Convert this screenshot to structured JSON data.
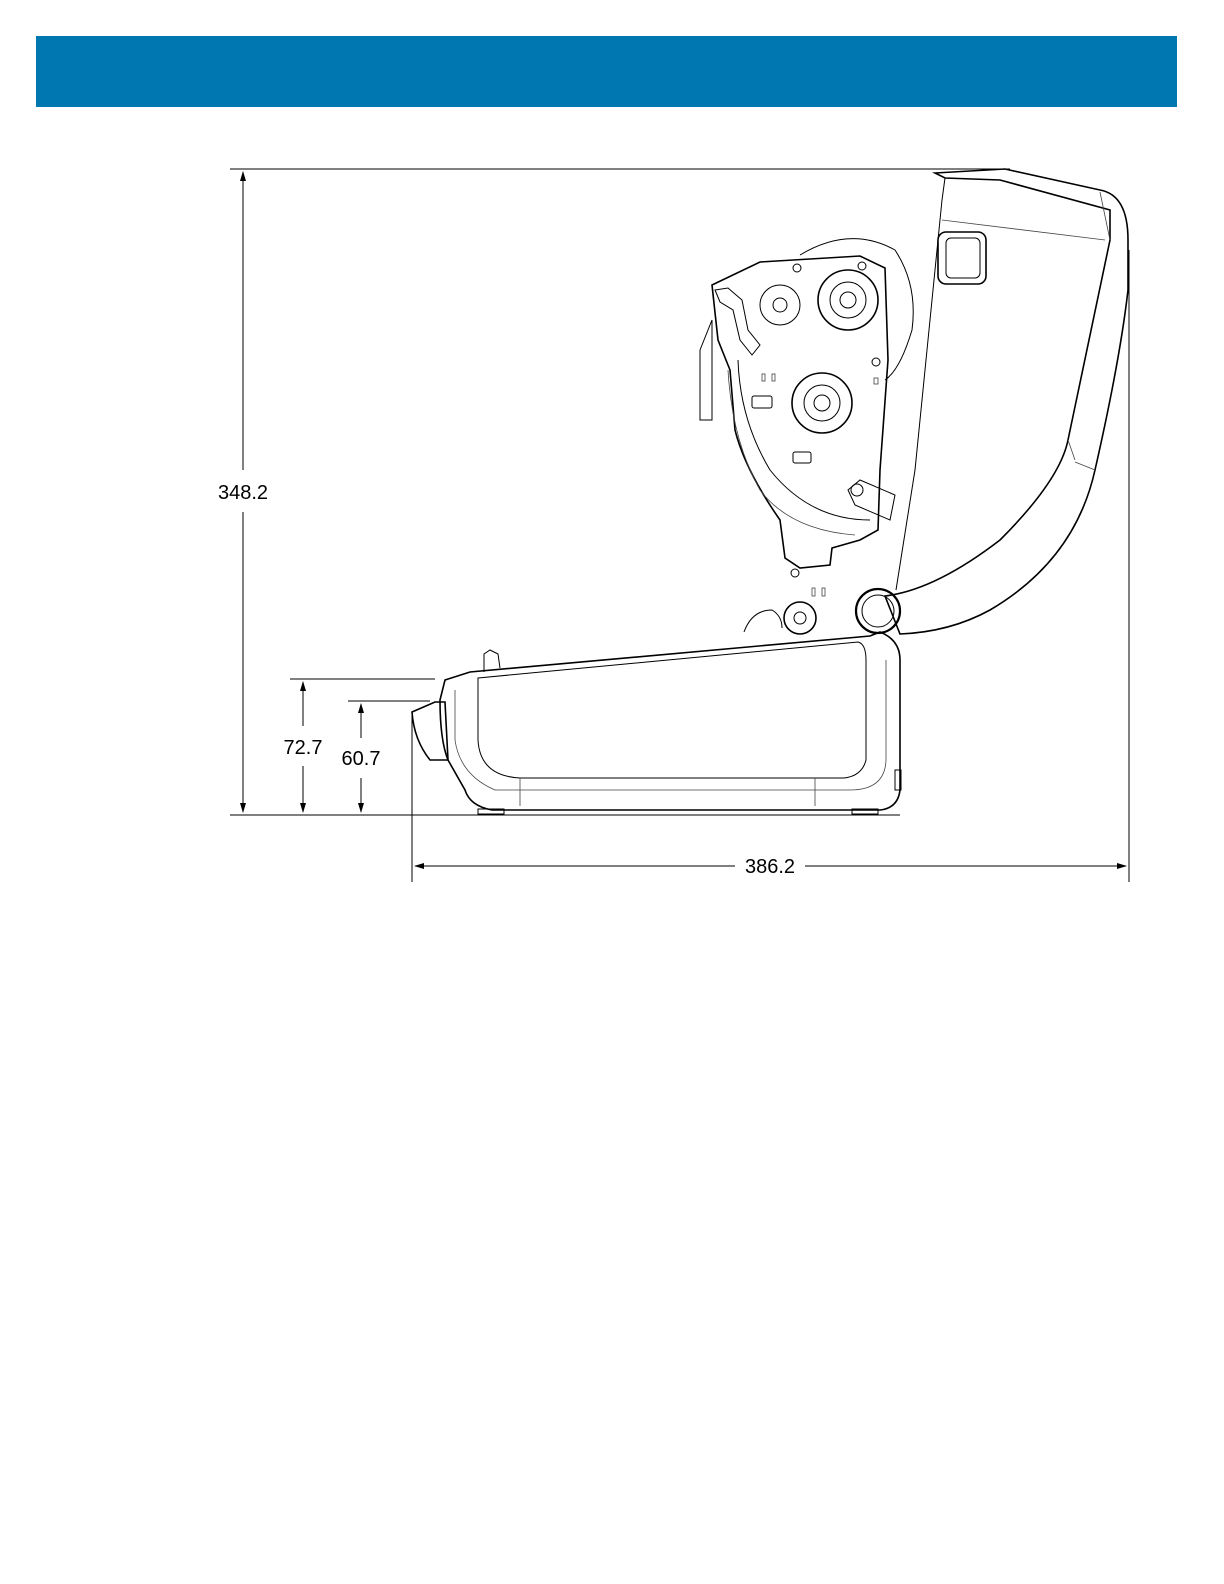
{
  "header": {
    "band_color": "#0077B0"
  },
  "dimensions": {
    "height_open": "348.2",
    "height_front_upper": "72.7",
    "height_front_lower": "60.7",
    "depth": "386.2"
  }
}
